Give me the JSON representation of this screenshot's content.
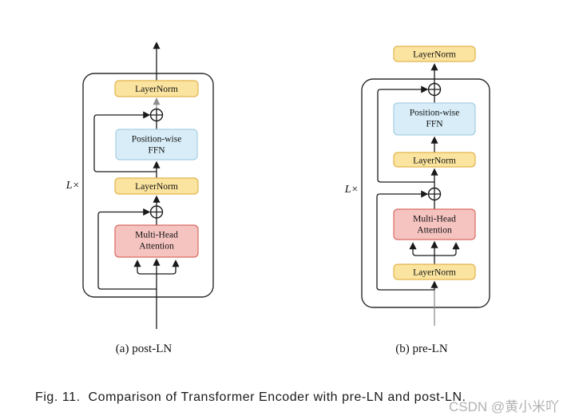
{
  "figure": {
    "subcaption_a": "(a) post-LN",
    "subcaption_b": "(b) pre-LN",
    "caption": "Fig. 11.  Comparison of Transformer Encoder with pre-LN and post-LN.",
    "watermark": "CSDN @黄小米吖",
    "loop_label": "L×"
  },
  "labels": {
    "layernorm": "LayerNorm",
    "ffn_line1": "Position-wise",
    "ffn_line2": "FFN",
    "mha_line1": "Multi-Head",
    "mha_line2": "Attention"
  },
  "colors": {
    "layernorm_fill": "#FBE49F",
    "layernorm_border": "#E2B44E",
    "ffn_fill": "#D8EDF8",
    "ffn_border": "#A6CFE2",
    "attention_fill": "#F5C4C1",
    "attention_border": "#D96A62",
    "line": "#1a1a1a",
    "gray_line": "#8f8f8f",
    "container_border": "#2b2b2b"
  }
}
